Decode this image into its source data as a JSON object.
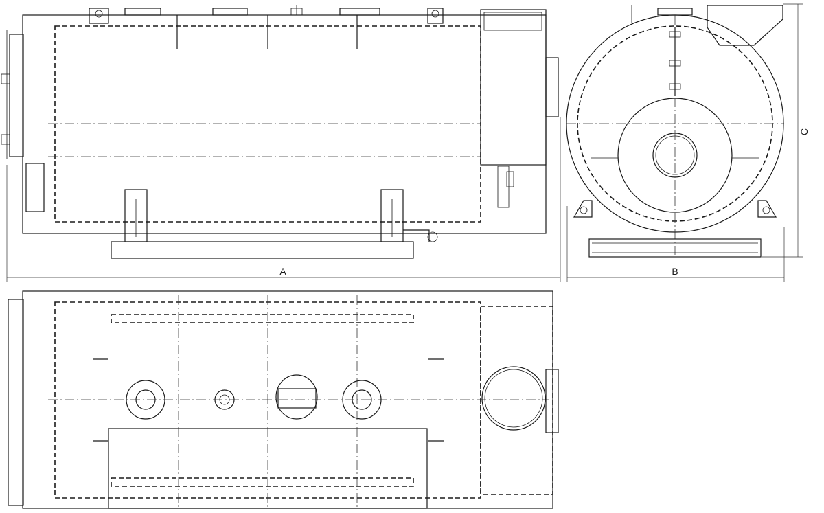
{
  "dimensions": {
    "length_label": "A",
    "width_label": "B",
    "height_label": "C"
  }
}
